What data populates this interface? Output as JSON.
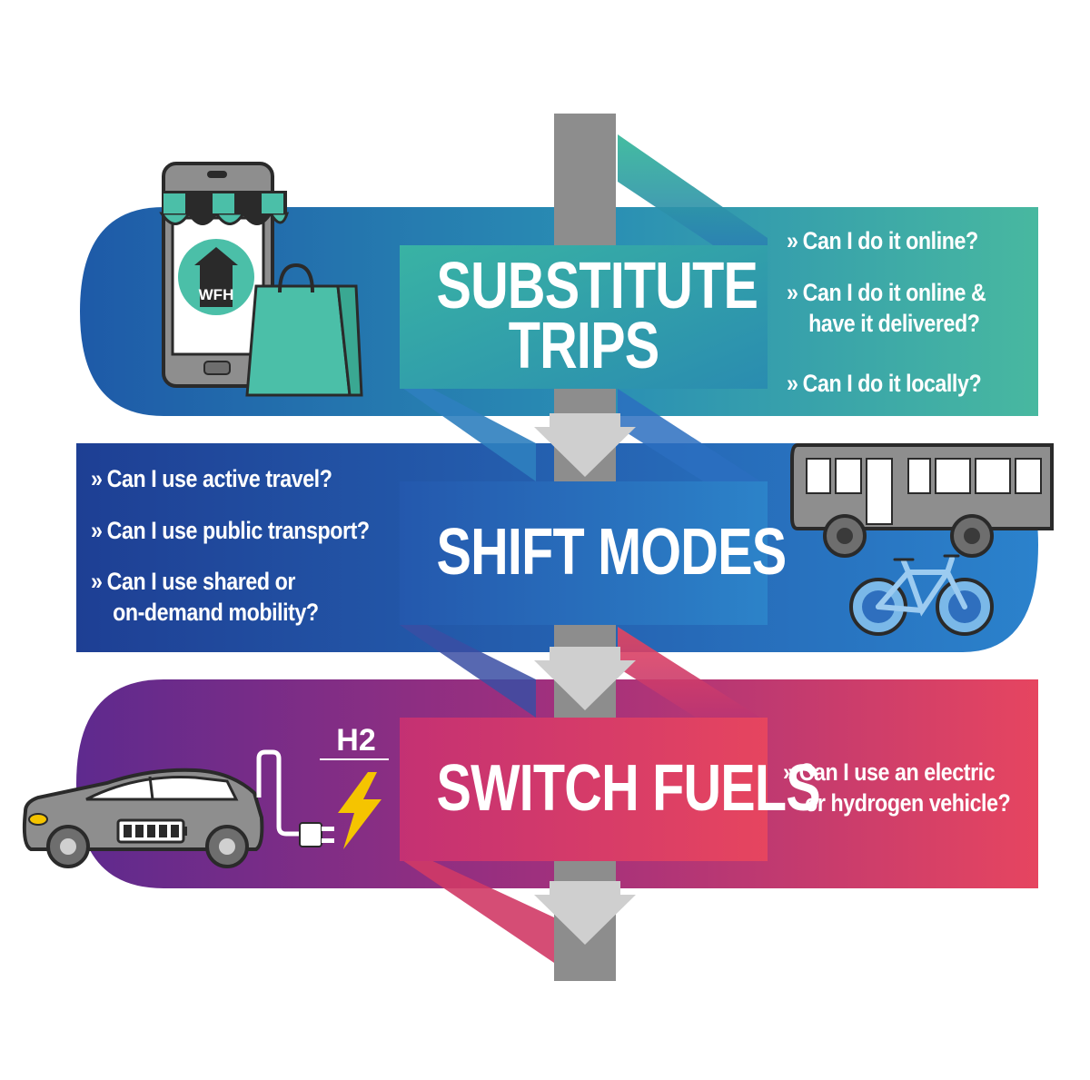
{
  "steps": [
    {
      "title_lines": [
        "SUBSTITUTE",
        "TRIPS"
      ],
      "questions": [
        {
          "chevron": "»",
          "lines": [
            "Can I do it online?"
          ]
        },
        {
          "chevron": "»",
          "lines": [
            "Can I do it online &",
            "have it delivered?"
          ]
        },
        {
          "chevron": "»",
          "lines": [
            "Can I do it locally?"
          ]
        }
      ],
      "icon": "phone-shop-icon",
      "badge": "WFH"
    },
    {
      "title_lines": [
        "SHIFT MODES"
      ],
      "questions": [
        {
          "chevron": "»",
          "lines": [
            "Can I use active travel?"
          ]
        },
        {
          "chevron": "»",
          "lines": [
            "Can I use public transport?"
          ]
        },
        {
          "chevron": "»",
          "lines": [
            "Can I use shared or",
            "on-demand mobility?"
          ]
        }
      ],
      "icon": "bus-bicycle-icon"
    },
    {
      "title_lines": [
        "SWITCH FUELS"
      ],
      "questions": [
        {
          "chevron": "»",
          "lines": [
            "Can I use an electric",
            "or hydrogen vehicle?"
          ]
        }
      ],
      "icon": "electric-car-icon",
      "fuel_label": "H2"
    }
  ],
  "colors": {
    "teal": "#3fb3a6",
    "blue": "#1f6fb8",
    "navy": "#1e4597",
    "purple": "#6a2a8c",
    "pink": "#e2455f",
    "grey": "#8d8d8d",
    "arrow": "#cfcfcf",
    "bolt": "#f5c400"
  }
}
